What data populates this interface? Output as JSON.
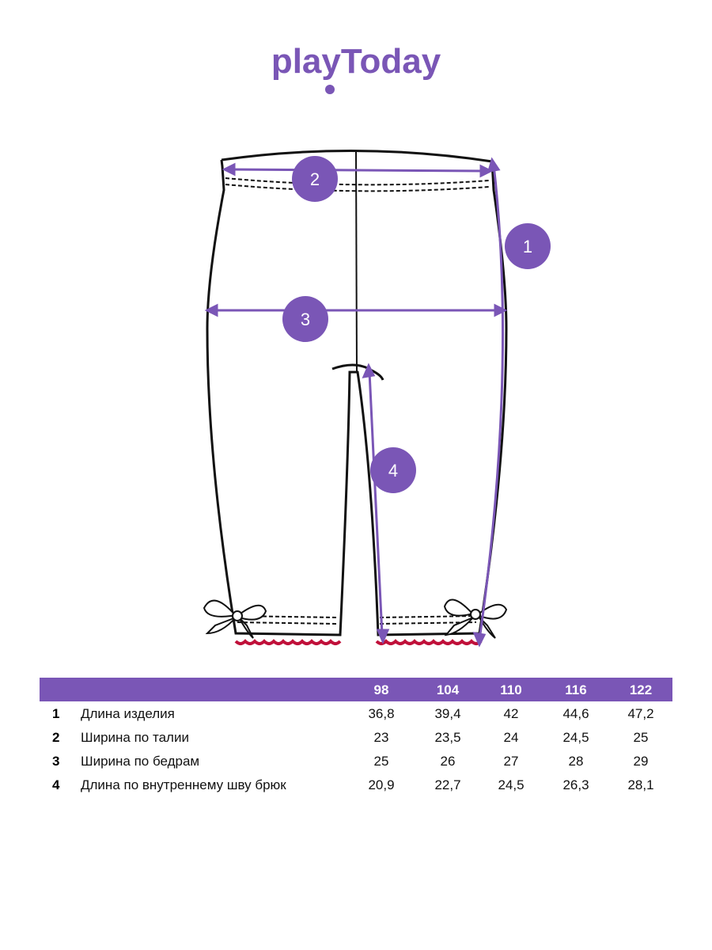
{
  "brand": {
    "logo_text": "playToday",
    "color": "#7a56b6"
  },
  "callouts": [
    "1",
    "2",
    "3",
    "4"
  ],
  "table": {
    "sizes": [
      "98",
      "104",
      "110",
      "116",
      "122"
    ],
    "rows": [
      {
        "num": "1",
        "label": "Длина изделия",
        "values": [
          "36,8",
          "39,4",
          "42",
          "44,6",
          "47,2"
        ]
      },
      {
        "num": "2",
        "label": "Ширина по талии",
        "values": [
          "23",
          "23,5",
          "24",
          "24,5",
          "25"
        ]
      },
      {
        "num": "3",
        "label": "Ширина по бедрам",
        "values": [
          "25",
          "26",
          "27",
          "28",
          "29"
        ]
      },
      {
        "num": "4",
        "label": "Длина по внутреннему шву брюк",
        "values": [
          "20,9",
          "22,7",
          "24,5",
          "26,3",
          "28,1"
        ]
      }
    ]
  },
  "colors": {
    "accent": "#7a56b6",
    "outline": "#111111",
    "trim": "#c0103a"
  }
}
